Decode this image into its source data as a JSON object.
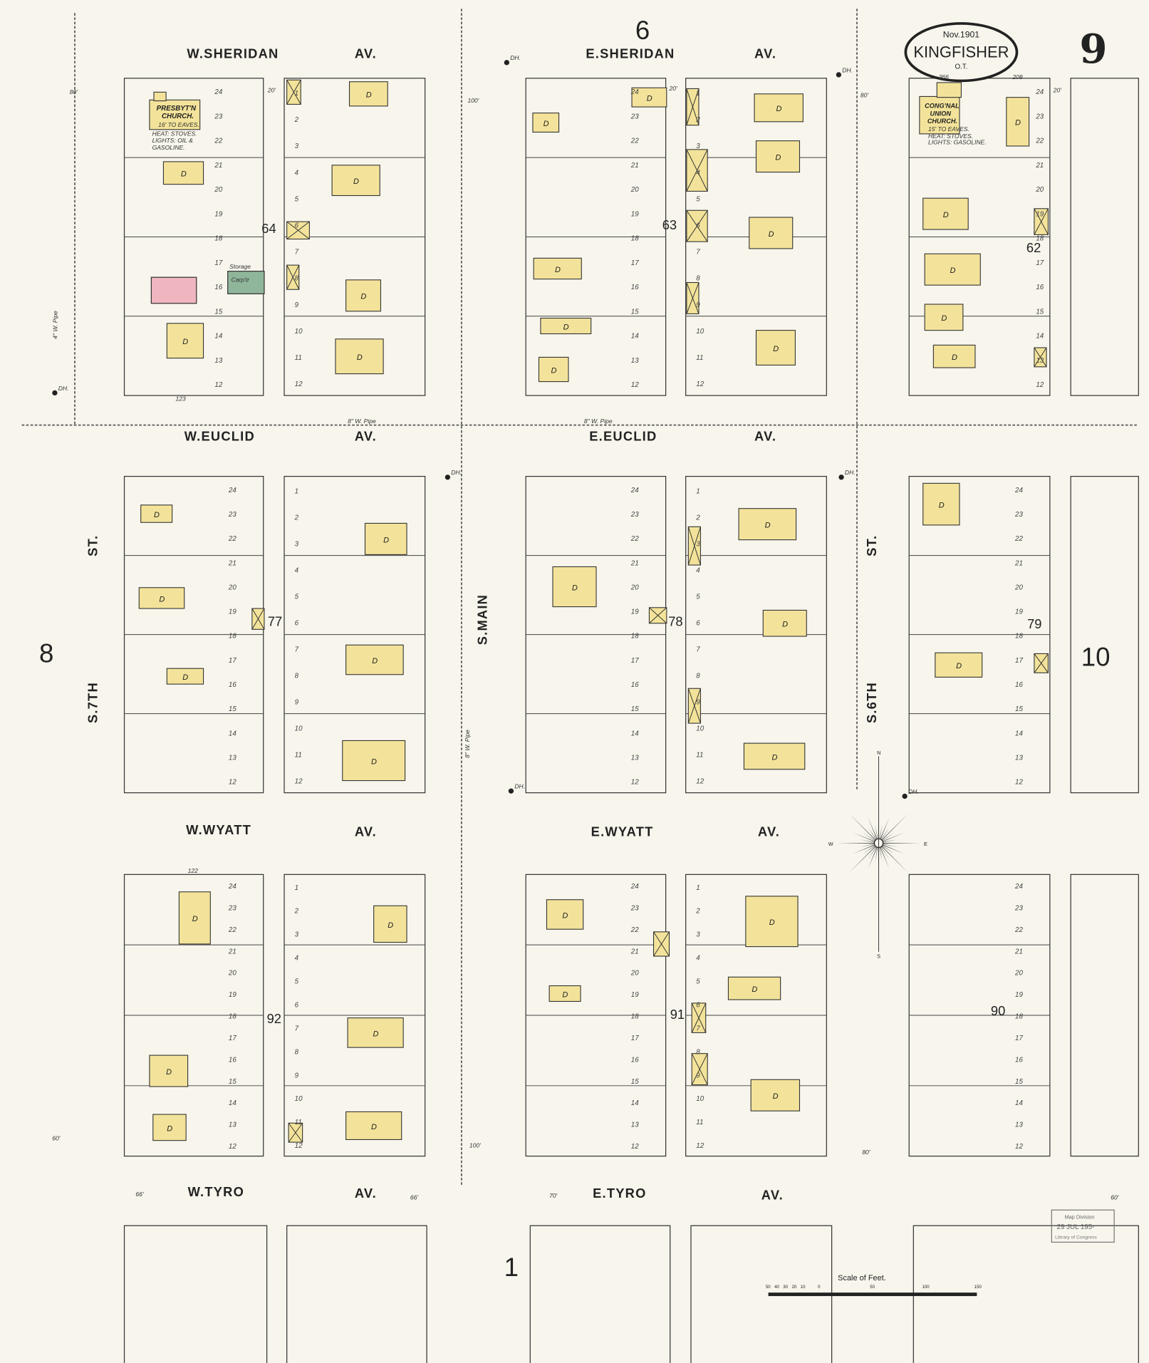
{
  "title": {
    "date": "Nov.1901",
    "city": "KINGFISHER",
    "territory": "O.T."
  },
  "sheet_number": "9",
  "adjoining_sheets": {
    "north": "6",
    "west": "8",
    "east": "10",
    "south": "1"
  },
  "streets": {
    "w_sheridan": "W.SHERIDAN",
    "e_sheridan": "E.SHERIDAN",
    "w_euclid": "W.EUCLID",
    "e_euclid": "E.EUCLID",
    "w_wyatt": "W.WYATT",
    "e_wyatt": "E.WYATT",
    "w_tyro": "W.TYRO",
    "e_tyro": "E.TYRO",
    "av": "AV.",
    "s_main": "S.MAIN",
    "s_7th": "S.7TH",
    "s_6th": "S.6TH",
    "st": "ST."
  },
  "block_numbers": [
    "64",
    "63",
    "62",
    "77",
    "78",
    "79",
    "92",
    "91",
    "90"
  ],
  "churches": {
    "presbyterian": {
      "name1": "PRESBYT'N",
      "name2": "CHURCH.",
      "height": "16' TO EAVES.",
      "heat": "HEAT: STOVES.",
      "lights1": "LIGHTS: OIL &",
      "lights2": "GASOLINE."
    },
    "congregational": {
      "name1": "CONG'NAL",
      "name2": "UNION",
      "name3": "CHURCH.",
      "height": "15' TO EAVES.",
      "heat": "HEAT: STOVES.",
      "lights": "LIGHTS: GASOLINE."
    }
  },
  "labels": {
    "dwelling": "D",
    "storage": "Storage",
    "carpenter": "Carp'tr",
    "water_pipe": "8\" W. Pipe",
    "water_pipe_4": "4\" W. Pipe",
    "hydrant": "DH.",
    "width_80": "80'",
    "width_100": "100'",
    "width_20": "20'",
    "width_66": "66'",
    "width_60": "60'",
    "width_70": "70'",
    "lot_366": "366",
    "lot_208": "208",
    "lot_123": "123",
    "lot_122": "122"
  },
  "lots": {
    "left": [
      "24",
      "23",
      "22",
      "21",
      "20",
      "19",
      "18",
      "17",
      "16",
      "15",
      "14",
      "13",
      "12"
    ],
    "right": [
      "1",
      "2",
      "3",
      "4",
      "5",
      "6",
      "7",
      "8",
      "9",
      "10",
      "11",
      "12"
    ]
  },
  "compass": {
    "n": "N",
    "s": "S",
    "e": "E",
    "w": "W"
  },
  "scale": {
    "title": "Scale of Feet.",
    "ticks": [
      "50",
      "40",
      "30",
      "20",
      "10",
      "0",
      "50",
      "100",
      "150"
    ]
  },
  "stamp": {
    "line1": "Map Division",
    "line2": "29 JUL 195-",
    "line3": "Library of Congress"
  },
  "colors": {
    "dwelling": "#f3e39a",
    "brick": "#f0b6c0",
    "stone": "#8fb59a",
    "paper": "#f7f5ec"
  }
}
